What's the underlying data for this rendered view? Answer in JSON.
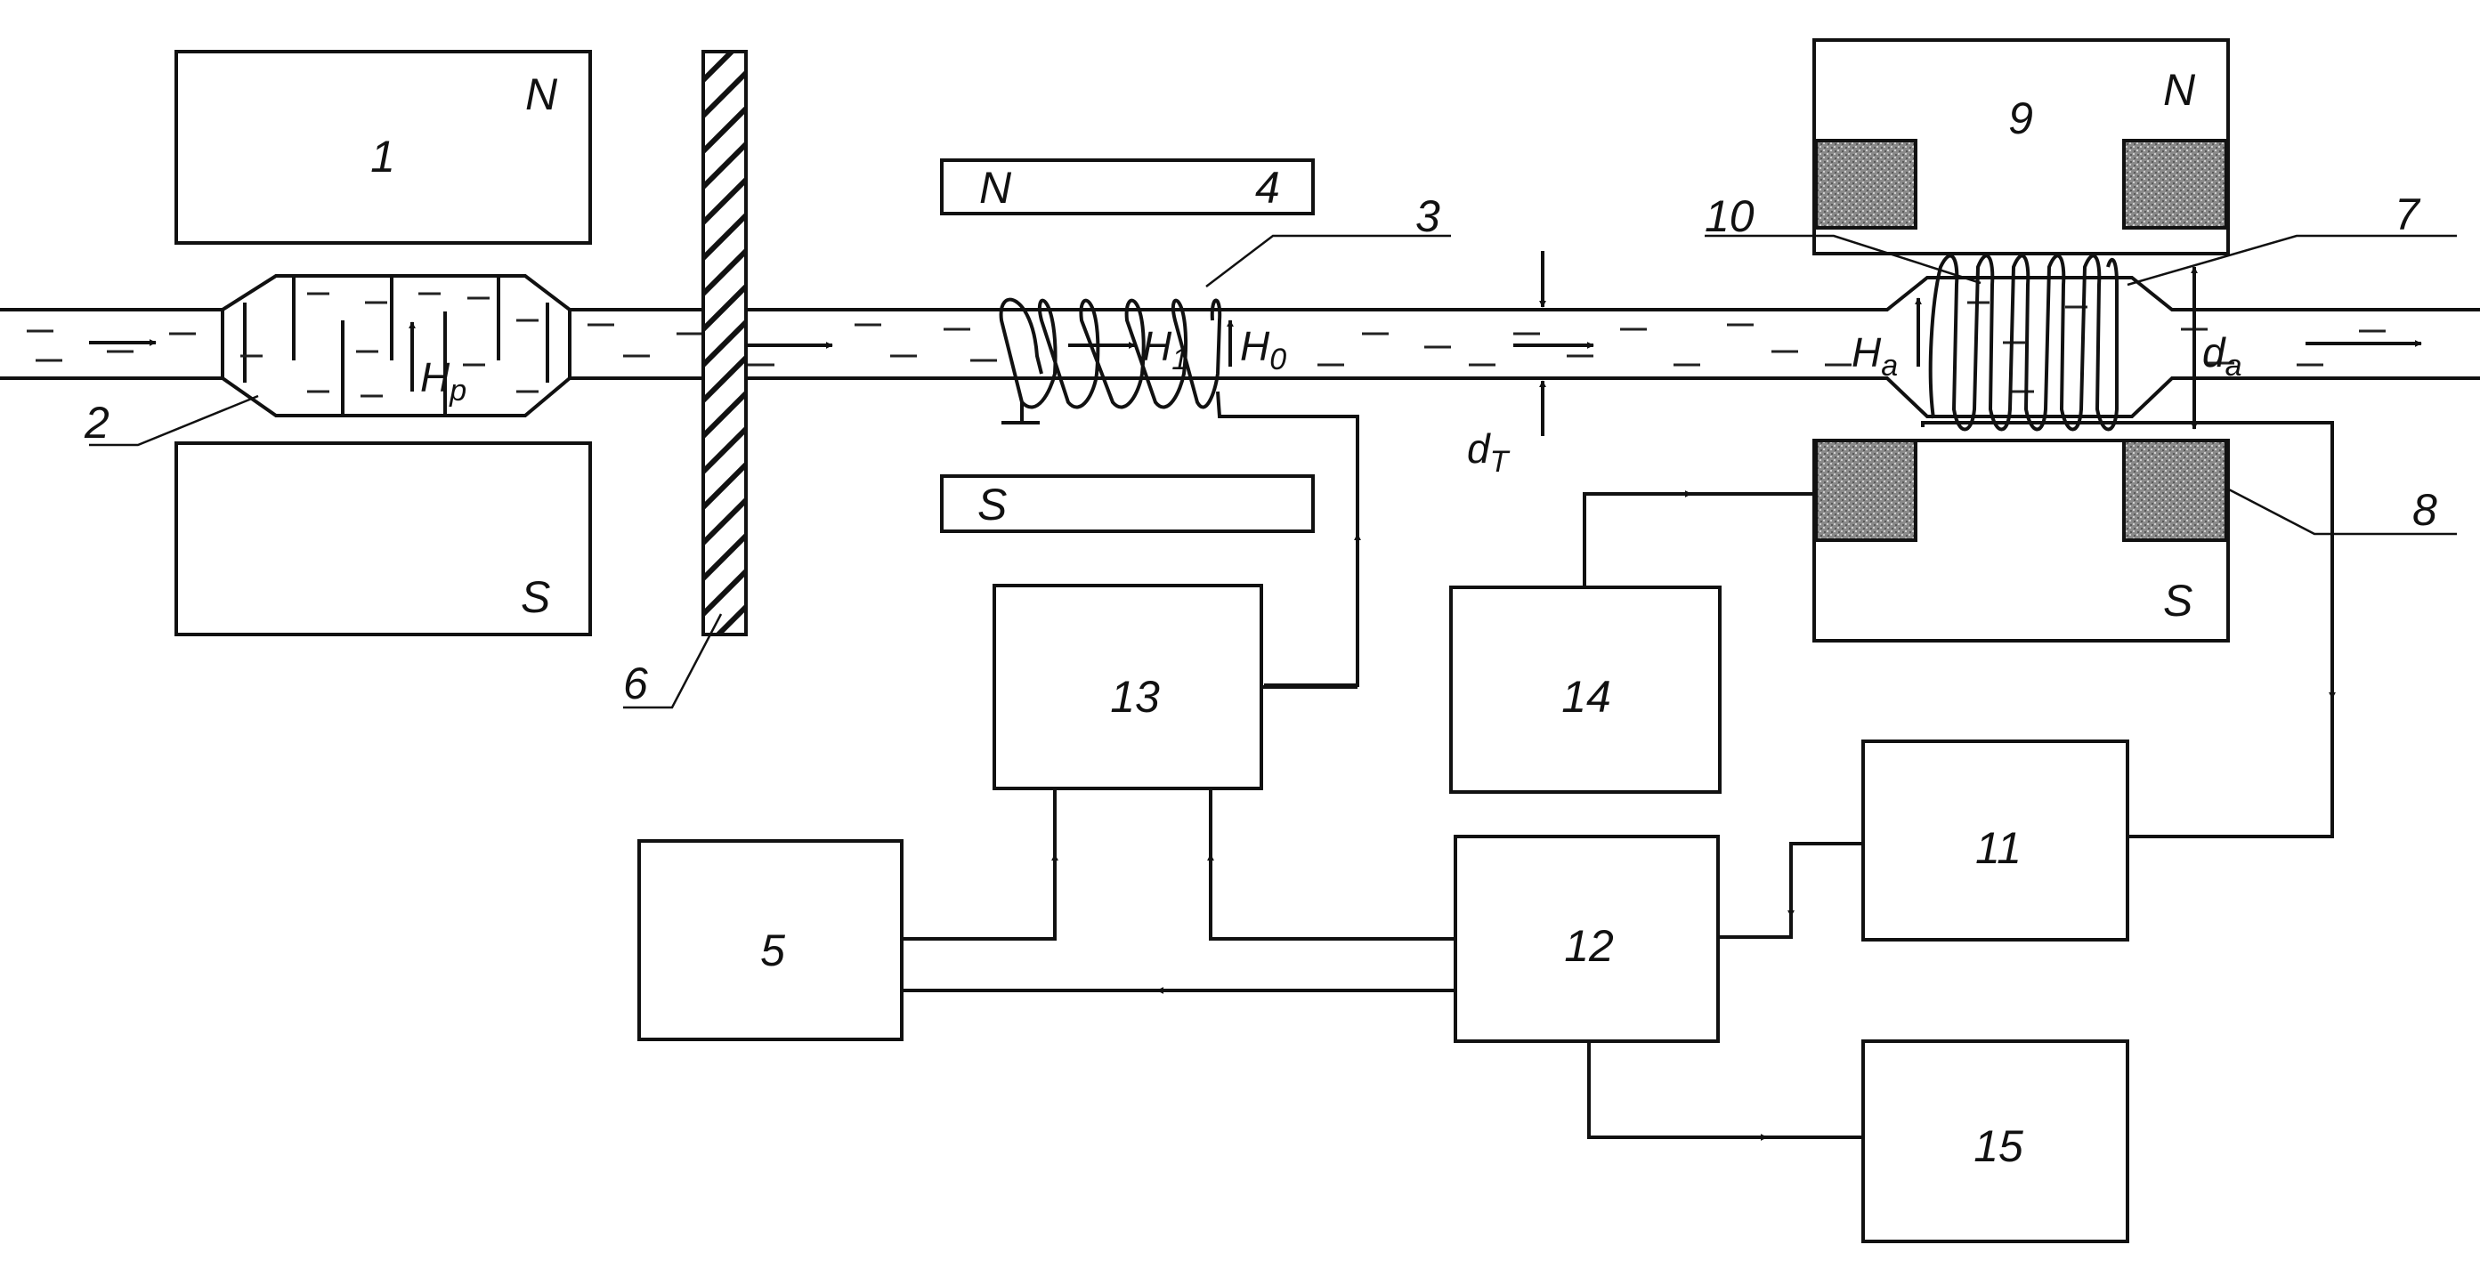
{
  "diagram": {
    "blocks": {
      "b1": "1",
      "b4": "4",
      "b5": "5",
      "b9": "9",
      "b11": "11",
      "b12": "12",
      "b13": "13",
      "b14": "14",
      "b15": "15"
    },
    "callouts": {
      "c2": "2",
      "c3": "3",
      "c6": "6",
      "c7": "7",
      "c8": "8",
      "c10": "10"
    },
    "poles": {
      "north": "N",
      "south": "S"
    },
    "symbols": {
      "hp": "H",
      "hp_sub": "p",
      "h1": "H",
      "h1_sub": "1",
      "h0": "H",
      "h0_sub": "0",
      "ha": "H",
      "ha_sub": "a",
      "dt": "d",
      "dt_sub": "T",
      "da": "d",
      "da_sub": "a"
    },
    "icons": {
      "arrow": "arrow-icon",
      "coil": "coil-icon",
      "hatch": "hatched-wall-icon",
      "core": "magnet-core-icon"
    }
  }
}
